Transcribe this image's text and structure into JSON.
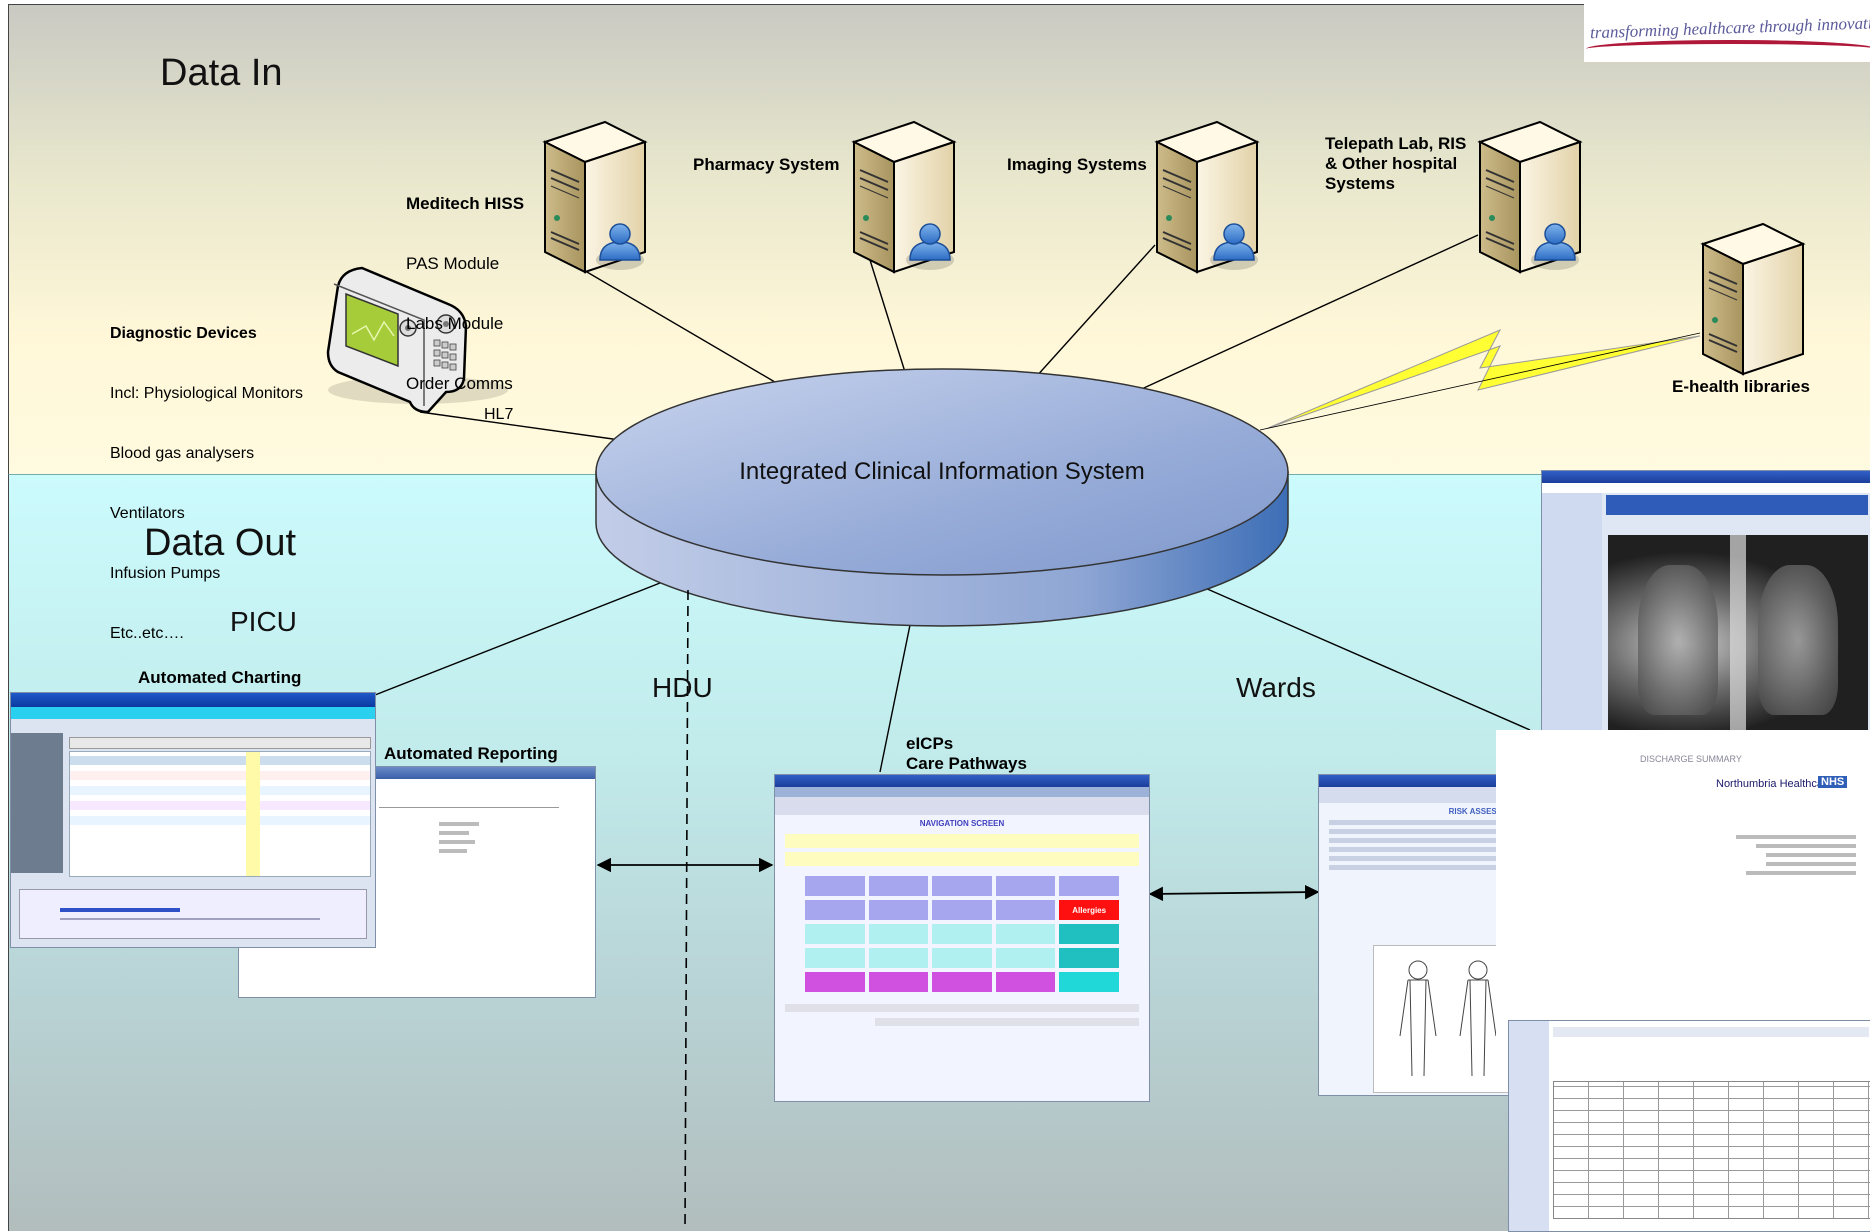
{
  "regions": {
    "data_in": "Data In",
    "data_out": "Data Out"
  },
  "sources": {
    "meditech": {
      "title": "Meditech HISS",
      "lines": [
        "PAS Module",
        "Labs Module",
        "Order Comms"
      ]
    },
    "pharmacy": {
      "title": "Pharmacy System"
    },
    "imaging": {
      "title": "Imaging Systems"
    },
    "telepath": {
      "lines": [
        "Telepath Lab, RIS",
        "& Other hospital",
        "Systems"
      ]
    },
    "ehealth": {
      "title": "E-health libraries"
    },
    "diagnostic": {
      "title": "Diagnostic Devices",
      "lines": [
        "Incl: Physiological Monitors",
        "Blood gas analysers",
        "Ventilators",
        "Infusion Pumps",
        "Etc..etc…."
      ]
    },
    "hl7": "HL7"
  },
  "core": {
    "label": "Integrated Clinical Information System",
    "color": "#8fa6d4"
  },
  "units": {
    "picu": "PICU",
    "hdu": "HDU",
    "wards": "Wards"
  },
  "outputs": {
    "automated_charting": "Automated Charting",
    "automated_reporting": "Automated Reporting",
    "ecips": [
      "eICPs",
      "Care Pathways"
    ]
  },
  "screens": {
    "risk_title": "RISK ASSESSMENT SCORE",
    "navigation_title": "NAVIGATION SCREEN",
    "discharge_title": "DISCHARGE SUMMARY",
    "trust_name": "Northumbria Healthcare",
    "nhs": "NHS",
    "allergies": "Allergies"
  },
  "logo": {
    "tagline": "transforming healthcare through innovation"
  },
  "colors": {
    "server": "#efe4c2",
    "bolt": "#ffff33",
    "accent": "#4a6fb0"
  }
}
